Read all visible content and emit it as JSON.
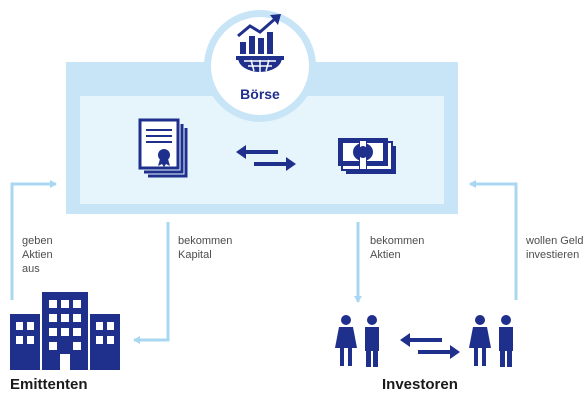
{
  "exchange": {
    "label": "Börse"
  },
  "issuers": {
    "label": "Emittenten",
    "action_out": "geben\nAktien\naus",
    "action_in": "bekommen\nKapital"
  },
  "investors": {
    "label": "Investoren",
    "action_in": "bekommen\nAktien",
    "action_out": "wollen Geld\ninvestieren"
  },
  "colors": {
    "navy": "#1f2f8c",
    "panel": "#c7e5f7",
    "panel_inner": "#e6f4fc",
    "arrow": "#a9d7f2",
    "text": "#4d4d4d"
  },
  "icons": [
    "chart-up-icon",
    "globe-basket-icon",
    "certificate-icon",
    "exchange-arrows-icon",
    "banknotes-icon",
    "buildings-icon",
    "people-icon"
  ]
}
